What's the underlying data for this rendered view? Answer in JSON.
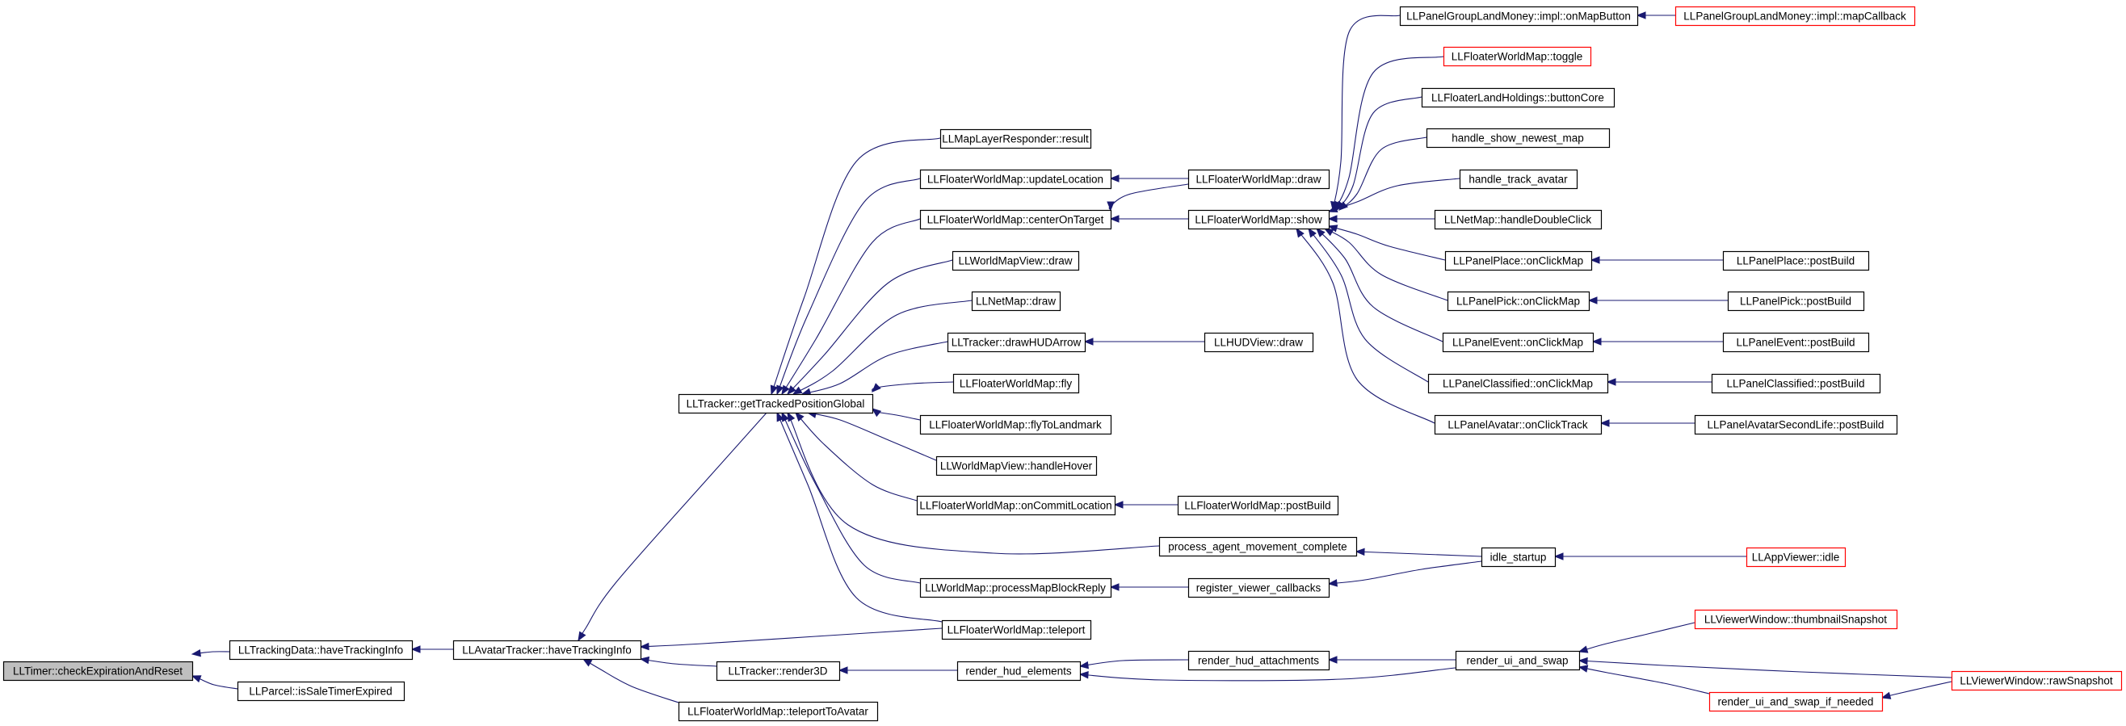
{
  "graph": {
    "nodes": [
      {
        "id": "n0",
        "label": "LLTimer::checkExpirationAndReset",
        "style": "focus"
      },
      {
        "id": "n1",
        "label": "LLTrackingData::haveTrackingInfo",
        "style": "normal"
      },
      {
        "id": "n2",
        "label": "LLParcel::isSaleTimerExpired",
        "style": "normal"
      },
      {
        "id": "n3",
        "label": "LLAvatarTracker::haveTrackingInfo",
        "style": "normal"
      },
      {
        "id": "n4",
        "label": "LLTracker::getTrackedPositionGlobal",
        "style": "normal"
      },
      {
        "id": "n5",
        "label": "LLTracker::render3D",
        "style": "normal"
      },
      {
        "id": "n6",
        "label": "LLFloaterWorldMap::teleportToAvatar",
        "style": "normal"
      },
      {
        "id": "n7",
        "label": "LLFloaterWorldMap::teleport",
        "style": "normal"
      },
      {
        "id": "n8",
        "label": "render_hud_elements",
        "style": "normal"
      },
      {
        "id": "n9",
        "label": "render_hud_attachments",
        "style": "normal"
      },
      {
        "id": "n10",
        "label": "render_ui_and_swap",
        "style": "normal"
      },
      {
        "id": "n11",
        "label": "LLViewerWindow::thumbnailSnapshot",
        "style": "truncated"
      },
      {
        "id": "n12",
        "label": "render_ui_and_swap_if_needed",
        "style": "truncated"
      },
      {
        "id": "n13",
        "label": "LLViewerWindow::rawSnapshot",
        "style": "truncated"
      },
      {
        "id": "n14",
        "label": "LLMapLayerResponder::result",
        "style": "normal"
      },
      {
        "id": "n15",
        "label": "LLFloaterWorldMap::updateLocation",
        "style": "normal"
      },
      {
        "id": "n16",
        "label": "LLFloaterWorldMap::centerOnTarget",
        "style": "normal"
      },
      {
        "id": "n17",
        "label": "LLWorldMapView::draw",
        "style": "normal"
      },
      {
        "id": "n18",
        "label": "LLNetMap::draw",
        "style": "normal"
      },
      {
        "id": "n19",
        "label": "LLTracker::drawHUDArrow",
        "style": "normal"
      },
      {
        "id": "n20",
        "label": "LLFloaterWorldMap::fly",
        "style": "normal"
      },
      {
        "id": "n21",
        "label": "LLFloaterWorldMap::flyToLandmark",
        "style": "normal"
      },
      {
        "id": "n22",
        "label": "LLWorldMapView::handleHover",
        "style": "normal"
      },
      {
        "id": "n23",
        "label": "LLFloaterWorldMap::onCommitLocation",
        "style": "normal"
      },
      {
        "id": "n24",
        "label": "process_agent_movement_complete",
        "style": "normal"
      },
      {
        "id": "n25",
        "label": "LLWorldMap::processMapBlockReply",
        "style": "normal"
      },
      {
        "id": "n26",
        "label": "LLFloaterWorldMap::draw",
        "style": "normal"
      },
      {
        "id": "n27",
        "label": "LLFloaterWorldMap::show",
        "style": "normal"
      },
      {
        "id": "n28",
        "label": "LLHUDView::draw",
        "style": "normal"
      },
      {
        "id": "n29",
        "label": "LLFloaterWorldMap::postBuild",
        "style": "normal"
      },
      {
        "id": "n30",
        "label": "register_viewer_callbacks",
        "style": "normal"
      },
      {
        "id": "n31",
        "label": "idle_startup",
        "style": "normal"
      },
      {
        "id": "n32",
        "label": "LLAppViewer::idle",
        "style": "truncated"
      },
      {
        "id": "n33",
        "label": "LLPanelGroupLandMoney::impl::onMapButton",
        "style": "normal"
      },
      {
        "id": "n34",
        "label": "LLPanelGroupLandMoney::impl::mapCallback",
        "style": "truncated"
      },
      {
        "id": "n35",
        "label": "LLFloaterWorldMap::toggle",
        "style": "truncated"
      },
      {
        "id": "n36",
        "label": "LLFloaterLandHoldings::buttonCore",
        "style": "normal"
      },
      {
        "id": "n37",
        "label": "handle_show_newest_map",
        "style": "normal"
      },
      {
        "id": "n38",
        "label": "handle_track_avatar",
        "style": "normal"
      },
      {
        "id": "n39",
        "label": "LLNetMap::handleDoubleClick",
        "style": "normal"
      },
      {
        "id": "n40",
        "label": "LLPanelPlace::onClickMap",
        "style": "normal"
      },
      {
        "id": "n41",
        "label": "LLPanelPlace::postBuild",
        "style": "normal"
      },
      {
        "id": "n42",
        "label": "LLPanelPick::onClickMap",
        "style": "normal"
      },
      {
        "id": "n43",
        "label": "LLPanelPick::postBuild",
        "style": "normal"
      },
      {
        "id": "n44",
        "label": "LLPanelEvent::onClickMap",
        "style": "normal"
      },
      {
        "id": "n45",
        "label": "LLPanelEvent::postBuild",
        "style": "normal"
      },
      {
        "id": "n46",
        "label": "LLPanelClassified::onClickMap",
        "style": "normal"
      },
      {
        "id": "n47",
        "label": "LLPanelClassified::postBuild",
        "style": "normal"
      },
      {
        "id": "n48",
        "label": "LLPanelAvatar::onClickTrack",
        "style": "normal"
      },
      {
        "id": "n49",
        "label": "LLPanelAvatarSecondLife::postBuild",
        "style": "normal"
      }
    ],
    "edges": [
      {
        "from": "n1",
        "to": "n0"
      },
      {
        "from": "n2",
        "to": "n0"
      },
      {
        "from": "n3",
        "to": "n1"
      },
      {
        "from": "n4",
        "to": "n3"
      },
      {
        "from": "n5",
        "to": "n3"
      },
      {
        "from": "n6",
        "to": "n3"
      },
      {
        "from": "n7",
        "to": "n3"
      },
      {
        "from": "n8",
        "to": "n5"
      },
      {
        "from": "n9",
        "to": "n8"
      },
      {
        "from": "n10",
        "to": "n8"
      },
      {
        "from": "n10",
        "to": "n9"
      },
      {
        "from": "n11",
        "to": "n10"
      },
      {
        "from": "n12",
        "to": "n10"
      },
      {
        "from": "n13",
        "to": "n10"
      },
      {
        "from": "n13",
        "to": "n12"
      },
      {
        "from": "n14",
        "to": "n4"
      },
      {
        "from": "n15",
        "to": "n4"
      },
      {
        "from": "n16",
        "to": "n4"
      },
      {
        "from": "n17",
        "to": "n4"
      },
      {
        "from": "n18",
        "to": "n4"
      },
      {
        "from": "n19",
        "to": "n4"
      },
      {
        "from": "n20",
        "to": "n4"
      },
      {
        "from": "n21",
        "to": "n4"
      },
      {
        "from": "n22",
        "to": "n4"
      },
      {
        "from": "n23",
        "to": "n4"
      },
      {
        "from": "n24",
        "to": "n4"
      },
      {
        "from": "n25",
        "to": "n4"
      },
      {
        "from": "n7",
        "to": "n4"
      },
      {
        "from": "n26",
        "to": "n15"
      },
      {
        "from": "n26",
        "to": "n16"
      },
      {
        "from": "n27",
        "to": "n16"
      },
      {
        "from": "n28",
        "to": "n19"
      },
      {
        "from": "n29",
        "to": "n23"
      },
      {
        "from": "n31",
        "to": "n24"
      },
      {
        "from": "n30",
        "to": "n25"
      },
      {
        "from": "n31",
        "to": "n30"
      },
      {
        "from": "n32",
        "to": "n31"
      },
      {
        "from": "n33",
        "to": "n27"
      },
      {
        "from": "n35",
        "to": "n27"
      },
      {
        "from": "n36",
        "to": "n27"
      },
      {
        "from": "n37",
        "to": "n27"
      },
      {
        "from": "n38",
        "to": "n27"
      },
      {
        "from": "n39",
        "to": "n27"
      },
      {
        "from": "n40",
        "to": "n27"
      },
      {
        "from": "n42",
        "to": "n27"
      },
      {
        "from": "n44",
        "to": "n27"
      },
      {
        "from": "n46",
        "to": "n27"
      },
      {
        "from": "n48",
        "to": "n27"
      },
      {
        "from": "n34",
        "to": "n33"
      },
      {
        "from": "n41",
        "to": "n40"
      },
      {
        "from": "n43",
        "to": "n42"
      },
      {
        "from": "n45",
        "to": "n44"
      },
      {
        "from": "n47",
        "to": "n46"
      },
      {
        "from": "n49",
        "to": "n48"
      }
    ]
  }
}
